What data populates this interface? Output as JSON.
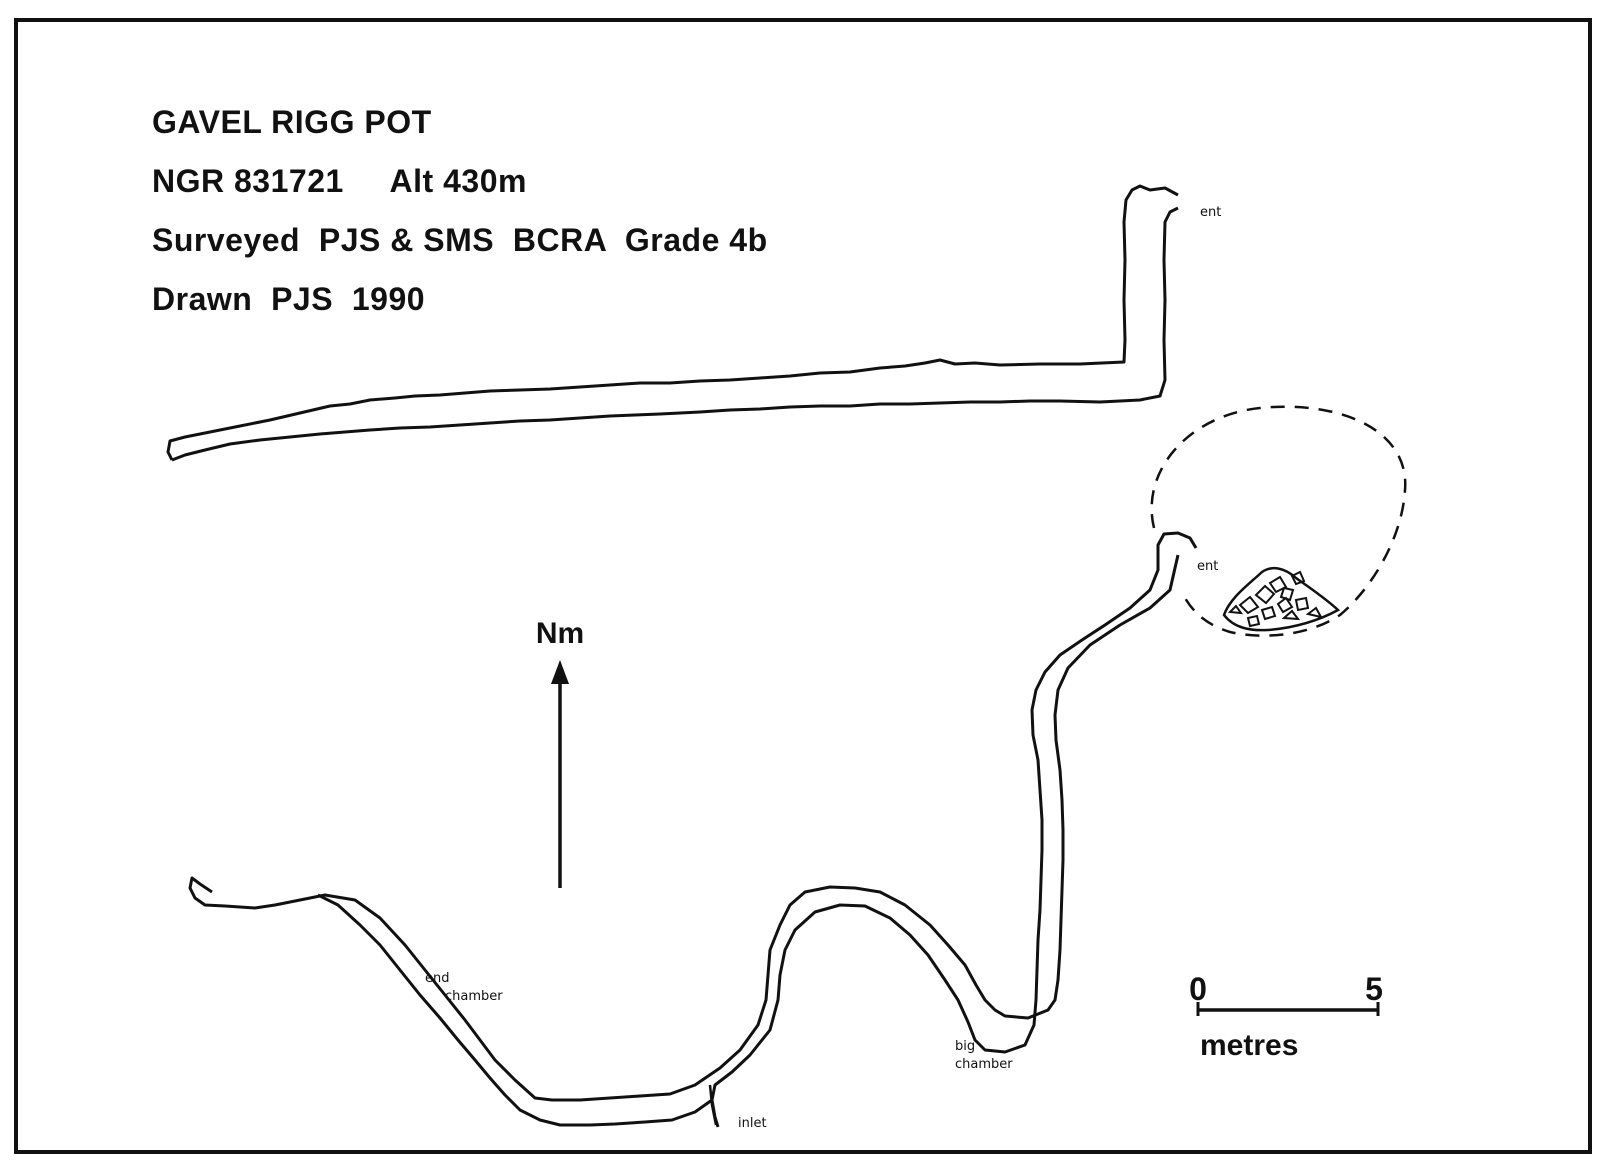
{
  "title": {
    "name": "GAVEL RIGG POT",
    "ngr": "NGR 831721     Alt 430m",
    "survey": "Surveyed  PJS & SMS  BCRA  Grade 4b",
    "drawn": "Drawn  PJS  1990"
  },
  "north": {
    "label": "Nm"
  },
  "scale_bar": {
    "min_label": "0",
    "max_label": "5",
    "unit": "metres"
  },
  "features": {
    "upper_entrance": "ent",
    "lower_entrance": "ent",
    "end_chamber": {
      "line1": "end",
      "line2": "chamber"
    },
    "big_chamber": {
      "line1": "big",
      "line2": "chamber"
    },
    "inlet": "inlet"
  },
  "colors": {
    "ink": "#111111",
    "paper": "#ffffff"
  }
}
